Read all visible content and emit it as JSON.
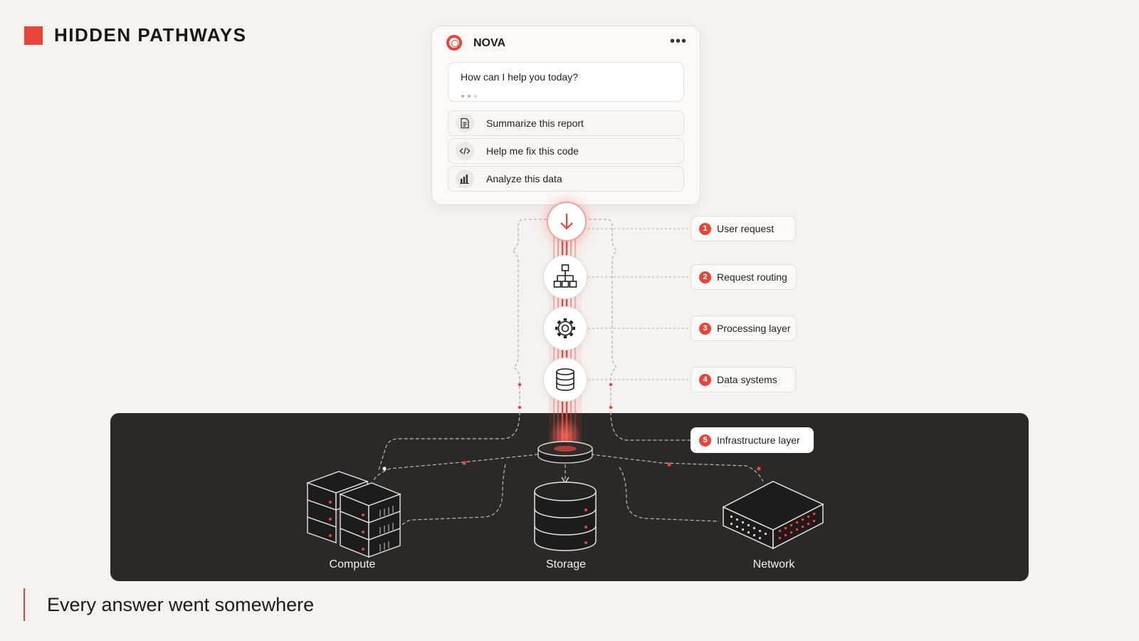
{
  "header": {
    "title": "HIDDEN PATHWAYS"
  },
  "assistant": {
    "name": "NOVA",
    "menu_icon": "more-horizontal-icon",
    "prompt": "How can I help you today?",
    "suggestions": [
      {
        "label": "Summarize this report",
        "icon": "document-icon"
      },
      {
        "label": "Help me fix this code",
        "icon": "code-icon"
      },
      {
        "label": "Analyze this data",
        "icon": "bar-chart-icon"
      }
    ]
  },
  "flow": {
    "nodes": [
      {
        "icon": "arrow-down-icon"
      },
      {
        "icon": "hierarchy-icon"
      },
      {
        "icon": "gear-icon"
      },
      {
        "icon": "database-icon"
      }
    ],
    "steps": [
      {
        "num": "1",
        "label": "User request"
      },
      {
        "num": "2",
        "label": "Request routing"
      },
      {
        "num": "3",
        "label": "Processing layer"
      },
      {
        "num": "4",
        "label": "Data systems"
      },
      {
        "num": "5",
        "label": "Infrastructure layer"
      }
    ]
  },
  "infrastructure": {
    "resources": [
      {
        "label": "Compute",
        "icon": "server-rack-icon"
      },
      {
        "label": "Storage",
        "icon": "storage-cylinder-icon"
      },
      {
        "label": "Network",
        "icon": "network-switch-icon"
      }
    ]
  },
  "caption": "Every answer went somewhere",
  "colors": {
    "accent": "#e8453a",
    "panel": "#2b2928",
    "background": "#f6f2ef"
  }
}
